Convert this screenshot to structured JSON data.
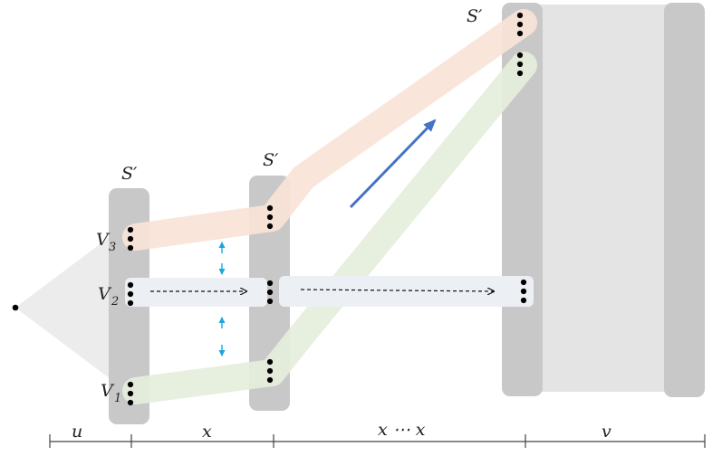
{
  "labels": {
    "s_prime": "S′",
    "v3": "V",
    "v3_sub": "3",
    "v2": "V",
    "v2_sub": "2",
    "v1": "V",
    "v1_sub": "1"
  },
  "axis": {
    "u": "u",
    "x": "x",
    "x_dots_x": "x ⋯ x",
    "v": "v"
  },
  "colors": {
    "column": "#c9c8c9",
    "column_light": "#e4e4e4",
    "orange_band": "#f8e3d6",
    "green_band": "#e5eedc",
    "blue_band": "#eceff4",
    "fan": "#ececec",
    "arrow_blue": "#4472c4",
    "arrow_cyan": "#1aa7e0"
  }
}
